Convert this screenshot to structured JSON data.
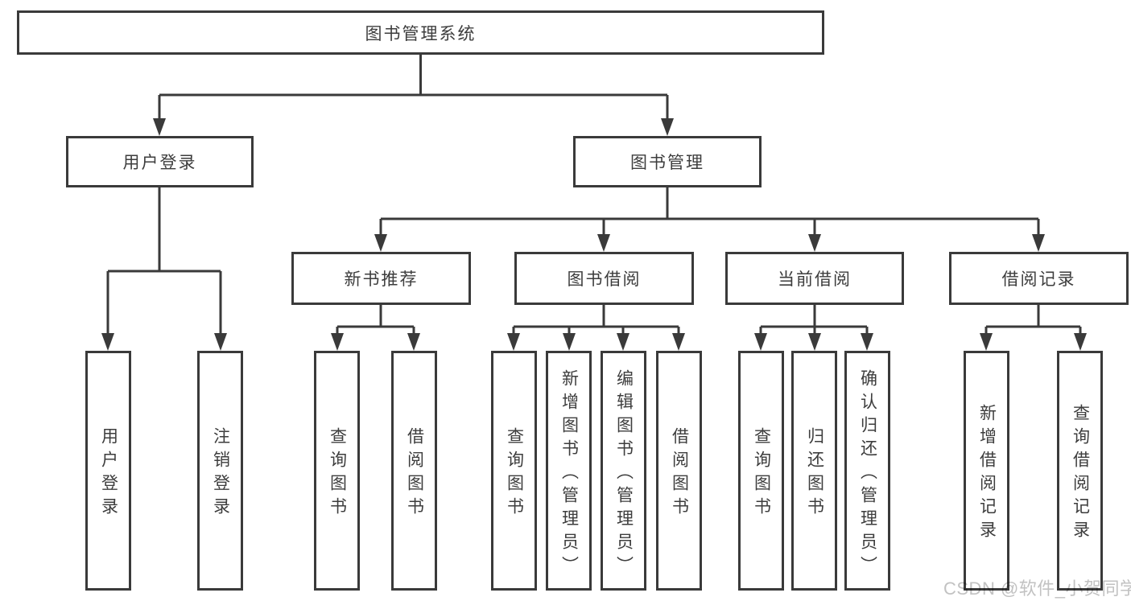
{
  "diagram": {
    "title": "图书管理系统",
    "branches": [
      {
        "label": "用户登录",
        "children": [
          {
            "label": "用户登录"
          },
          {
            "label": "注销登录"
          }
        ]
      },
      {
        "label": "图书管理",
        "children": [
          {
            "label": "新书推荐",
            "children": [
              {
                "label": "查询图书"
              },
              {
                "label": "借阅图书"
              }
            ]
          },
          {
            "label": "图书借阅",
            "children": [
              {
                "label": "查询图书"
              },
              {
                "label": "新增图书（管理员）"
              },
              {
                "label": "编辑图书（管理员）"
              },
              {
                "label": "借阅图书"
              }
            ]
          },
          {
            "label": "当前借阅",
            "children": [
              {
                "label": "查询图书"
              },
              {
                "label": "归还图书"
              },
              {
                "label": "确认归还（管理员）"
              }
            ]
          },
          {
            "label": "借阅记录",
            "children": [
              {
                "label": "新增借阅记录"
              },
              {
                "label": "查询借阅记录"
              }
            ]
          }
        ]
      }
    ],
    "watermark": "CSDN @软件_小贺同学",
    "colors": {
      "line": "#3a3a3a",
      "box_border": "#3a3a3a",
      "text": "#3d3d3d",
      "watermark": "#c2c2c2",
      "background": "#ffffff"
    }
  }
}
